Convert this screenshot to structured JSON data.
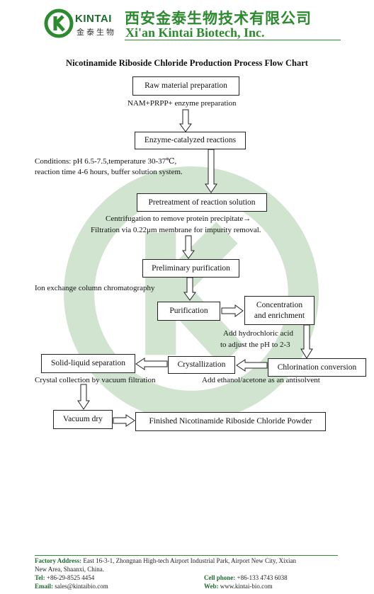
{
  "header": {
    "logo_text": "KINTAI",
    "logo_cn": "金泰生物",
    "company_cn": "西安金泰生物技术有限公司",
    "company_en": "Xi'an Kintai Biotech, Inc.",
    "brand_color": "#2c8a2f"
  },
  "title": "Nicotinamide Riboside Chloride Production Process Flow Chart",
  "steps": {
    "raw": "Raw material preparation",
    "enzyme": "Enzyme-catalyzed reactions",
    "pretreat": "Pretreatment of reaction solution",
    "prelim": "Preliminary purification",
    "purification": "Purification",
    "concentration_1": "Concentration",
    "concentration_2": "and enrichment",
    "chlorination": "Chlorination conversion",
    "crystallization": "Crystallization",
    "solid_liquid": "Solid-liquid separation",
    "vacuum": "Vacuum dry",
    "finished": "Finished Nicotinamide Riboside Chloride Powder"
  },
  "notes": {
    "nam": "NAM+PRPP+ enzyme preparation",
    "conditions_1": "Conditions: pH 6.5-7.5,temperature 30-37℃,",
    "conditions_2": "reaction time 4-6 hours, buffer solution system.",
    "centrifugation": "Centrifugation to remove protein precipitate→",
    "filtration": "Filtration via 0.22μm membrane for impurity removal.",
    "ion_exchange": "Ion exchange column chromatography",
    "hcl_1": "Add hydrochloric acid",
    "hcl_2": "to adjust the pH to 2-3",
    "crystal_collection": "Crystal collection by vacuum filtration",
    "antisolvent": "Add ethanol/acetone as an antisolvent"
  },
  "footer": {
    "address_label": "Factory Address:",
    "address_1": "East 16-3-1, Zhongnan High-tech Airport Industrial Park, Airport New City, Xixian",
    "address_2": "New Area, Shaanxi, China.",
    "tel_label": "Tel:",
    "tel": "+86-29-8525 4454",
    "cell_label": "Cell phone:",
    "cell": "+86-133 4743 6038",
    "email_label": "Email:",
    "email": "sales@kintaibio.com",
    "web_label": "Web:",
    "web": "www.kintai-bio.com"
  }
}
